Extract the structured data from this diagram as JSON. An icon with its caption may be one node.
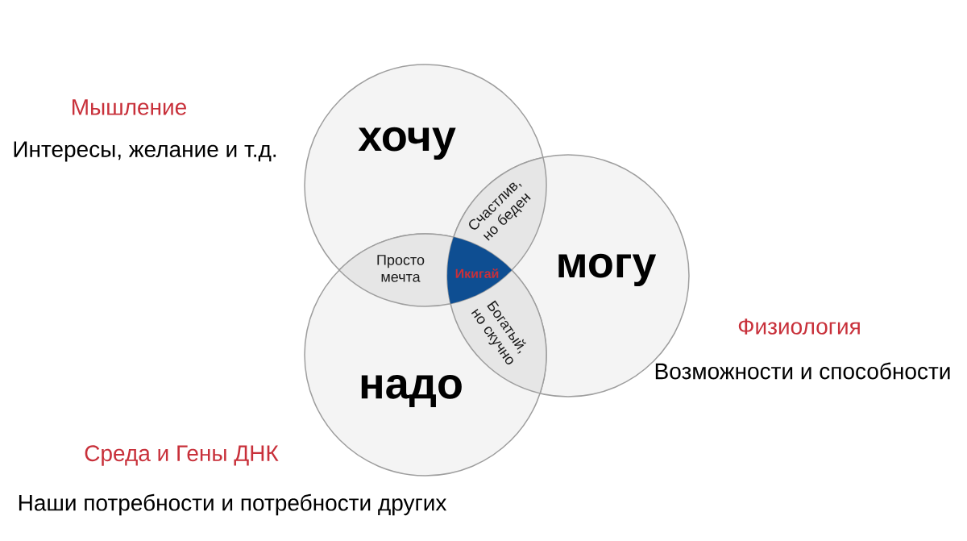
{
  "diagram": {
    "nodes": [
      {
        "text": [
          "хочу"
        ]
      },
      {
        "text": [
          "могу"
        ]
      },
      {
        "text": [
          "надо"
        ]
      },
      {
        "text": [
          "Просто мечта"
        ]
      },
      {
        "text": [
          "Счастлив, но беден"
        ]
      },
      {
        "text": [
          "Богатый, но скучно"
        ]
      },
      {
        "text": [
          "Икигай"
        ]
      }
    ],
    "labels": [
      "Мышление",
      "Интересы, желание и т.д.",
      "Физиология",
      "Возможности и способности",
      "Среда и Гены ДНК",
      "Наши потребности и потребности других"
    ]
  }
}
